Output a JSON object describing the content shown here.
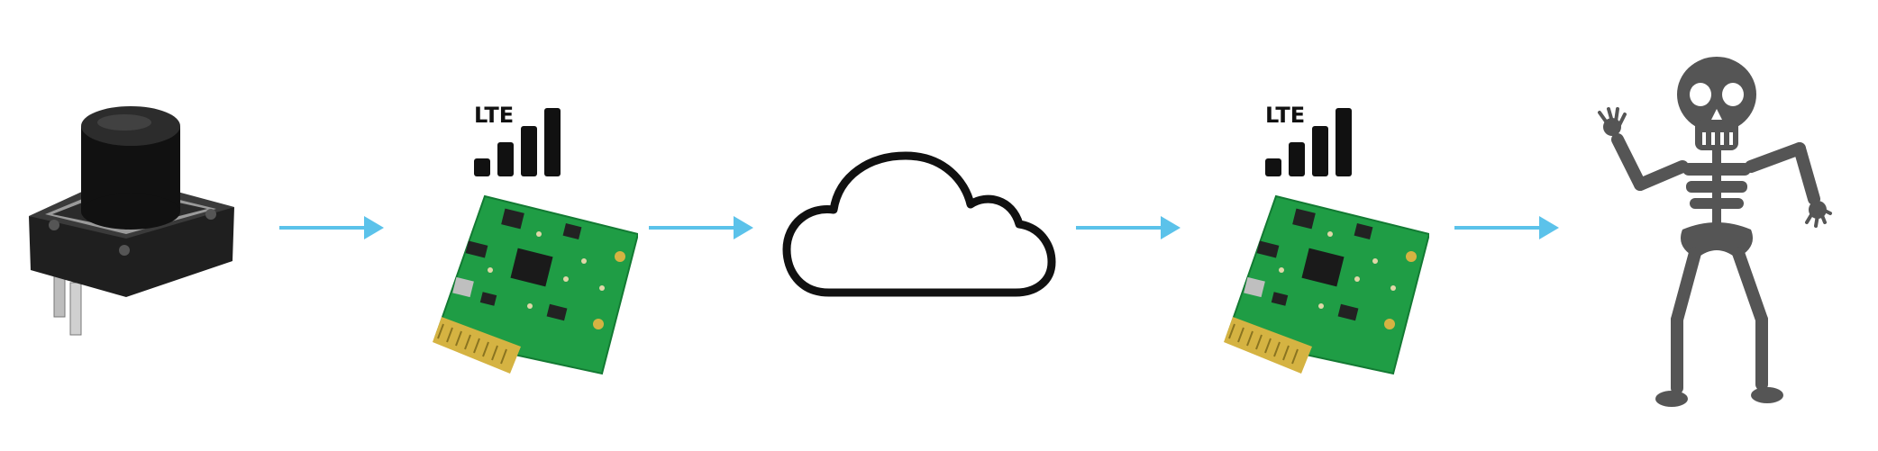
{
  "diagram": {
    "flow": [
      "push-button",
      "lte-modem",
      "cloud",
      "lte-modem",
      "dancing-skeleton"
    ],
    "lte_1": {
      "label": "LTE"
    },
    "lte_2": {
      "label": "LTE"
    },
    "colors": {
      "arrow": "#5bc2ea",
      "signal": "#111111",
      "pcb": "#1f9d45",
      "pcb_dark": "#137a33",
      "gold_contacts": "#d5b342",
      "skeleton": "#555555",
      "cloud_stroke": "#111111",
      "button_cap": "#0d0d0d",
      "button_base": "#2b2b2b"
    },
    "icons": [
      "push-button-icon",
      "signal-bars-icon",
      "lte-module-board",
      "cloud-icon",
      "skeleton-icon"
    ]
  }
}
